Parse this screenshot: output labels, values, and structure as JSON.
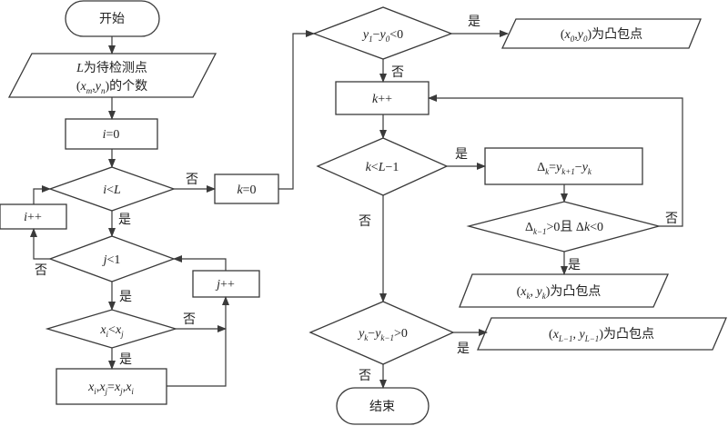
{
  "nodes": {
    "start": [
      [
        "开始",
        ""
      ]
    ],
    "input_line1": [
      [
        "L",
        "i"
      ],
      [
        "为待检测点",
        ""
      ]
    ],
    "input_line2": [
      [
        "(",
        ""
      ],
      [
        "x",
        "i"
      ],
      [
        "m",
        "s"
      ],
      [
        ",",
        ""
      ],
      [
        "y",
        "i"
      ],
      [
        "n",
        "s"
      ],
      [
        ")的个数",
        ""
      ]
    ],
    "i_init": [
      [
        "i",
        "i"
      ],
      [
        "=0",
        ""
      ]
    ],
    "cond_i": [
      [
        "i",
        "i"
      ],
      [
        "<",
        ""
      ],
      [
        "L",
        "i"
      ]
    ],
    "k_init": [
      [
        "k",
        "i"
      ],
      [
        "=0",
        ""
      ]
    ],
    "i_inc": [
      [
        "i",
        "i"
      ],
      [
        "++",
        ""
      ]
    ],
    "cond_j": [
      [
        "j",
        "i"
      ],
      [
        "<1",
        ""
      ]
    ],
    "j_inc": [
      [
        "j",
        "i"
      ],
      [
        "++",
        ""
      ]
    ],
    "cond_x": [
      [
        "x",
        "i"
      ],
      [
        "i",
        "s"
      ],
      [
        "<",
        ""
      ],
      [
        "x",
        "i"
      ],
      [
        "j",
        "s"
      ]
    ],
    "swap": [
      [
        "x",
        "i"
      ],
      [
        "i",
        "s"
      ],
      [
        ",",
        ""
      ],
      [
        "x",
        "i"
      ],
      [
        "j",
        "s"
      ],
      [
        "=",
        ""
      ],
      [
        "x",
        "i"
      ],
      [
        "j",
        "s"
      ],
      [
        ",",
        ""
      ],
      [
        "x",
        "i"
      ],
      [
        "i",
        "s"
      ]
    ],
    "cond_y": [
      [
        "y",
        "i"
      ],
      [
        "1",
        "s"
      ],
      [
        "−",
        ""
      ],
      [
        "y",
        "i"
      ],
      [
        "0",
        "s"
      ],
      [
        "<0",
        ""
      ]
    ],
    "out0": [
      [
        "(",
        ""
      ],
      [
        "x",
        "i"
      ],
      [
        "0",
        "s"
      ],
      [
        ",",
        ""
      ],
      [
        "y",
        "i"
      ],
      [
        "0",
        "s"
      ],
      [
        ")为凸包点",
        ""
      ]
    ],
    "k_inc": [
      [
        "k",
        "i"
      ],
      [
        "++",
        ""
      ]
    ],
    "cond_k": [
      [
        "k",
        "i"
      ],
      [
        "<",
        ""
      ],
      [
        "L",
        "i"
      ],
      [
        "−1",
        ""
      ]
    ],
    "delta": [
      [
        "Δ",
        ""
      ],
      [
        "k",
        "s"
      ],
      [
        "=",
        ""
      ],
      [
        "y",
        "i"
      ],
      [
        "k+1",
        "s"
      ],
      [
        "−",
        ""
      ],
      [
        "y",
        "i"
      ],
      [
        "k",
        "s"
      ]
    ],
    "cond_delta": [
      [
        "Δ",
        ""
      ],
      [
        "k−1",
        "s"
      ],
      [
        ">0且  Δ",
        ""
      ],
      [
        "k",
        "i"
      ],
      [
        "<0",
        ""
      ]
    ],
    "outk": [
      [
        "(",
        ""
      ],
      [
        "x",
        "i"
      ],
      [
        "k",
        "s"
      ],
      [
        ", ",
        ""
      ],
      [
        "y",
        "i"
      ],
      [
        "k",
        "s"
      ],
      [
        ")为凸包点",
        ""
      ]
    ],
    "cond_last": [
      [
        "y",
        "i"
      ],
      [
        "k",
        "s"
      ],
      [
        "−",
        ""
      ],
      [
        "y",
        "i"
      ],
      [
        "k−1",
        "s"
      ],
      [
        ">0",
        ""
      ]
    ],
    "outL": [
      [
        "(",
        ""
      ],
      [
        "x",
        "i"
      ],
      [
        "L−1",
        "s"
      ],
      [
        ", ",
        ""
      ],
      [
        "y",
        "i"
      ],
      [
        "L−1",
        "s"
      ],
      [
        ")为凸包点",
        ""
      ]
    ],
    "end": [
      [
        "结束",
        ""
      ]
    ]
  },
  "labels": {
    "yes": "是",
    "no": "否"
  },
  "colors": {
    "stroke": "#3a3a3a",
    "text": "#222222"
  }
}
